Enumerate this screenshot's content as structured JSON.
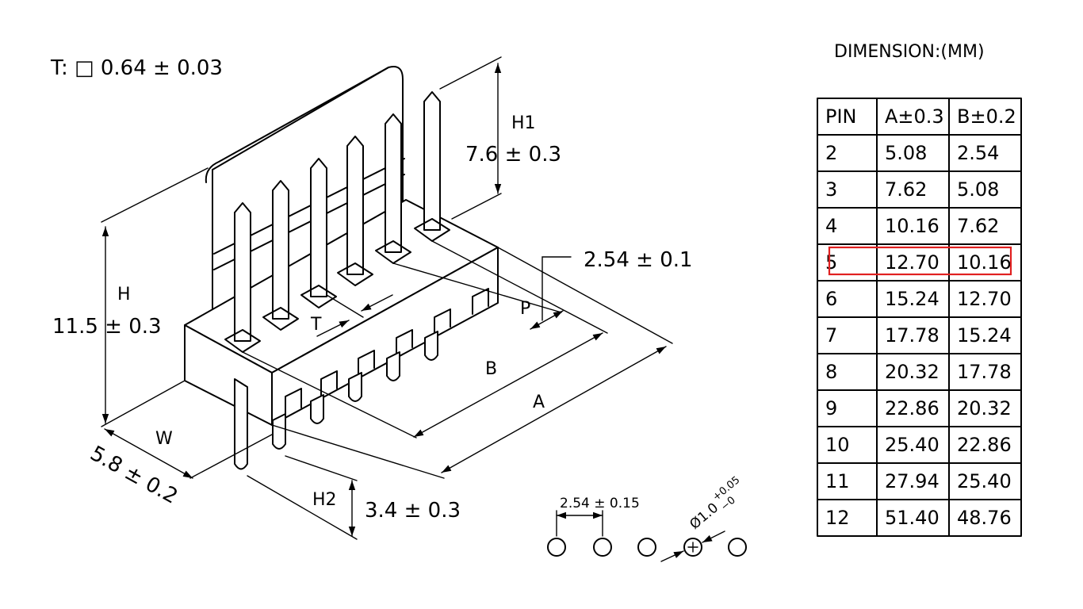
{
  "thickness_label": "T: □ 0.64 ± 0.03",
  "table_title": "DIMENSION:(MM)",
  "dims": {
    "h1_name": "H1",
    "h1_value": "7.6 ± 0.3",
    "h_name": "H",
    "h_value": "11.5 ± 0.3",
    "w_name": "W",
    "w_value": "5.8 ± 0.2",
    "h2_name": "H2",
    "h2_value": "3.4 ± 0.3",
    "pitch_value": "2.54 ± 0.1",
    "p_name": "P",
    "t_name": "T",
    "b_name": "B",
    "a_name": "A",
    "hole_pitch": "2.54 ± 0.15",
    "hole_dia": "Ø1.0",
    "hole_tol_upper": "+0.05",
    "hole_tol_lower": "−0"
  },
  "table": {
    "headers": [
      "PIN",
      "A±0.3",
      "B±0.2"
    ],
    "rows": [
      [
        "2",
        "5.08",
        "2.54"
      ],
      [
        "3",
        "7.62",
        "5.08"
      ],
      [
        "4",
        "10.16",
        "7.62"
      ],
      [
        "5",
        "12.70",
        "10.16"
      ],
      [
        "6",
        "15.24",
        "12.70"
      ],
      [
        "7",
        "17.78",
        "15.24"
      ],
      [
        "8",
        "20.32",
        "17.78"
      ],
      [
        "9",
        "22.86",
        "20.32"
      ],
      [
        "10",
        "25.40",
        "22.86"
      ],
      [
        "11",
        "27.94",
        "25.40"
      ],
      [
        "12",
        "51.40",
        "48.76"
      ]
    ],
    "highlight_row": 3,
    "highlight_color": "#e02020"
  }
}
